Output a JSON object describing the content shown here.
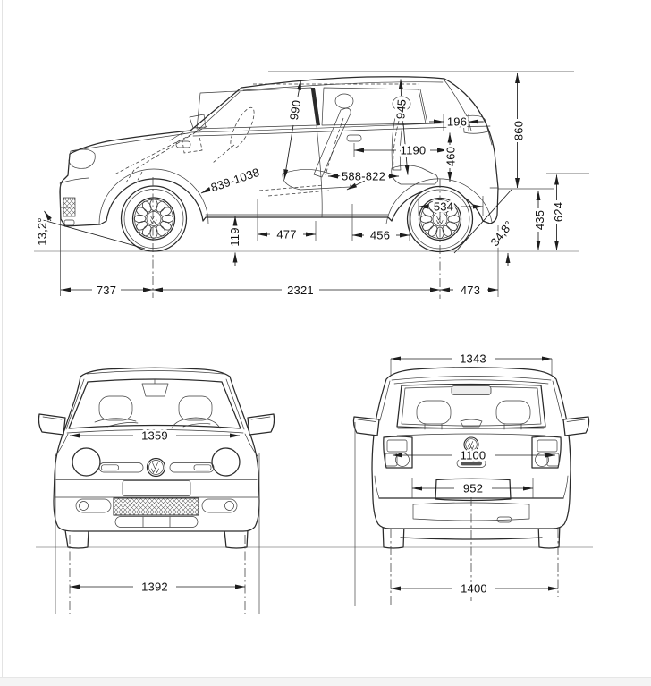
{
  "diagram": {
    "kind": "vehicle dimension blueprint",
    "views": [
      "side",
      "front",
      "rear"
    ]
  },
  "colors": {
    "background": "#ffffff",
    "line": "#2a2a2a",
    "dimension": "#1d1d1d",
    "ground": "#a6a6a6"
  },
  "side_view": {
    "front_angle": "13,2°",
    "rear_angle": "34,8°",
    "front_overhang": "737",
    "wheelbase": "2321",
    "rear_overhang": "473",
    "sill_height": "119",
    "front_seat_length": "477",
    "rear_seat_length": "456",
    "pedal_seat_range": "839-1038",
    "seat_travel_range": "588-822",
    "front_headroom": "990",
    "rear_headroom": "945",
    "cabin_length": "1190",
    "shelf_depth": "196",
    "boot_opening_height": "460",
    "boot_depth": "534",
    "tailgate_height": "860",
    "bumper_height": "435",
    "loading_sill_height": "624"
  },
  "front_view": {
    "cabin_width": "1359",
    "front_track": "1392"
  },
  "rear_view": {
    "body_width": "1343",
    "lamp_span": "1100",
    "boot_width": "952",
    "rear_track": "1400"
  }
}
